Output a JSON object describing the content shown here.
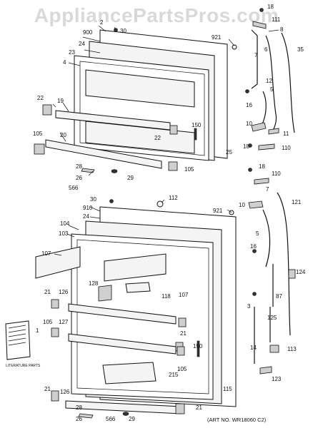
{
  "watermark": "AppliancePartsPros.com",
  "art_no": "(ART NO. WR18060 C2)",
  "literature_label": "LITERATURE PARTS",
  "callouts": {
    "c18_top": "18",
    "c111": "111",
    "c2": "2",
    "c30_top": "30",
    "c900": "900",
    "c921_top": "921",
    "c24_top": "24",
    "c8": "8",
    "c6": "6",
    "c35": "35",
    "c23": "23",
    "c4": "4",
    "c7": "7",
    "c12": "12",
    "c5_top": "5",
    "c22_left": "22",
    "c19": "19",
    "c16_top": "16",
    "c10_top": "10",
    "c11": "11",
    "c150_top": "150",
    "c22_mid": "22",
    "c105_top": "105",
    "c20": "20",
    "c25": "25",
    "c18_mid": "18",
    "c110_top": "110",
    "c28_top": "28",
    "c105_right": "105",
    "c26_top": "26",
    "c29_top": "29",
    "c566_top": "566",
    "c18_b": "18",
    "c110_b": "110",
    "c30_b": "30",
    "c112": "112",
    "c7_b": "7",
    "c910": "910",
    "c24_b": "24",
    "c921_b": "921",
    "c10_b": "10",
    "c121": "121",
    "c104": "104",
    "c103": "103",
    "c5_b": "5",
    "c107_left": "107",
    "c16_b": "16",
    "c124": "124",
    "c128": "128",
    "c21_a": "21",
    "c126_a": "126",
    "c118": "118",
    "c107_right": "107",
    "c87": "87",
    "c3": "3",
    "c105_b": "105",
    "c127": "127",
    "c21_b": "21",
    "c125": "125",
    "c1": "1",
    "c150_b": "150",
    "c14": "14",
    "c113": "113",
    "c105_c": "105",
    "c215": "215",
    "c123": "123",
    "c21_c": "21",
    "c126_b": "126",
    "c115": "115",
    "c28_b": "28",
    "c21_d": "21",
    "c26_b": "26",
    "c566_b": "566",
    "c29_b": "29"
  }
}
